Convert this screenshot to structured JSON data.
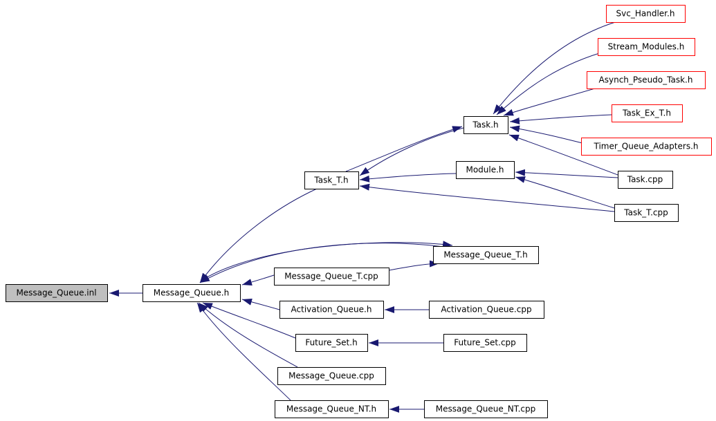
{
  "diagram": {
    "colors": {
      "edge": "#191970",
      "focus_fill": "#bfbfbf",
      "node_border": "#000000",
      "truncated_border": "#ff0000",
      "text": "#000000"
    },
    "nodes": [
      {
        "id": "message_queue_inl",
        "label": "Message_Queue.inl",
        "style": "focus"
      },
      {
        "id": "message_queue_h",
        "label": "Message_Queue.h",
        "style": "normal"
      },
      {
        "id": "task_t_h",
        "label": "Task_T.h",
        "style": "normal"
      },
      {
        "id": "task_h",
        "label": "Task.h",
        "style": "normal"
      },
      {
        "id": "module_h",
        "label": "Module.h",
        "style": "normal"
      },
      {
        "id": "svc_handler_h",
        "label": "Svc_Handler.h",
        "style": "truncated"
      },
      {
        "id": "stream_modules_h",
        "label": "Stream_Modules.h",
        "style": "truncated"
      },
      {
        "id": "asynch_pseudo_task_h",
        "label": "Asynch_Pseudo_Task.h",
        "style": "truncated"
      },
      {
        "id": "task_ex_t_h",
        "label": "Task_Ex_T.h",
        "style": "truncated"
      },
      {
        "id": "timer_queue_adapters_h",
        "label": "Timer_Queue_Adapters.h",
        "style": "truncated"
      },
      {
        "id": "task_cpp",
        "label": "Task.cpp",
        "style": "normal"
      },
      {
        "id": "task_t_cpp",
        "label": "Task_T.cpp",
        "style": "normal"
      },
      {
        "id": "message_queue_t_h",
        "label": "Message_Queue_T.h",
        "style": "normal"
      },
      {
        "id": "message_queue_t_cpp",
        "label": "Message_Queue_T.cpp",
        "style": "normal"
      },
      {
        "id": "activation_queue_h",
        "label": "Activation_Queue.h",
        "style": "normal"
      },
      {
        "id": "activation_queue_cpp",
        "label": "Activation_Queue.cpp",
        "style": "normal"
      },
      {
        "id": "future_set_h",
        "label": "Future_Set.h",
        "style": "normal"
      },
      {
        "id": "future_set_cpp",
        "label": "Future_Set.cpp",
        "style": "normal"
      },
      {
        "id": "message_queue_cpp",
        "label": "Message_Queue.cpp",
        "style": "normal"
      },
      {
        "id": "message_queue_nt_h",
        "label": "Message_Queue_NT.h",
        "style": "normal"
      },
      {
        "id": "message_queue_nt_cpp",
        "label": "Message_Queue_NT.cpp",
        "style": "normal"
      }
    ],
    "edges": [
      {
        "from": "message_queue_h",
        "to": "message_queue_inl"
      },
      {
        "from": "task_t_h",
        "to": "message_queue_h"
      },
      {
        "from": "message_queue_t_h",
        "to": "message_queue_h"
      },
      {
        "from": "message_queue_t_cpp",
        "to": "message_queue_h"
      },
      {
        "from": "activation_queue_h",
        "to": "message_queue_h"
      },
      {
        "from": "future_set_h",
        "to": "message_queue_h"
      },
      {
        "from": "message_queue_cpp",
        "to": "message_queue_h"
      },
      {
        "from": "message_queue_nt_h",
        "to": "message_queue_h"
      },
      {
        "from": "task_h",
        "to": "task_t_h"
      },
      {
        "from": "module_h",
        "to": "task_t_h"
      },
      {
        "from": "task_t_cpp",
        "to": "task_t_h"
      },
      {
        "from": "task_t_h",
        "to": "task_h"
      },
      {
        "from": "svc_handler_h",
        "to": "task_h"
      },
      {
        "from": "stream_modules_h",
        "to": "task_h"
      },
      {
        "from": "asynch_pseudo_task_h",
        "to": "task_h"
      },
      {
        "from": "task_ex_t_h",
        "to": "task_h"
      },
      {
        "from": "timer_queue_adapters_h",
        "to": "task_h"
      },
      {
        "from": "task_cpp",
        "to": "task_h"
      },
      {
        "from": "task_cpp",
        "to": "module_h"
      },
      {
        "from": "task_t_cpp",
        "to": "module_h"
      },
      {
        "from": "message_queue_h",
        "to": "message_queue_t_h"
      },
      {
        "from": "message_queue_t_cpp",
        "to": "message_queue_t_h"
      },
      {
        "from": "activation_queue_cpp",
        "to": "activation_queue_h"
      },
      {
        "from": "future_set_cpp",
        "to": "future_set_h"
      },
      {
        "from": "message_queue_nt_cpp",
        "to": "message_queue_nt_h"
      }
    ]
  }
}
